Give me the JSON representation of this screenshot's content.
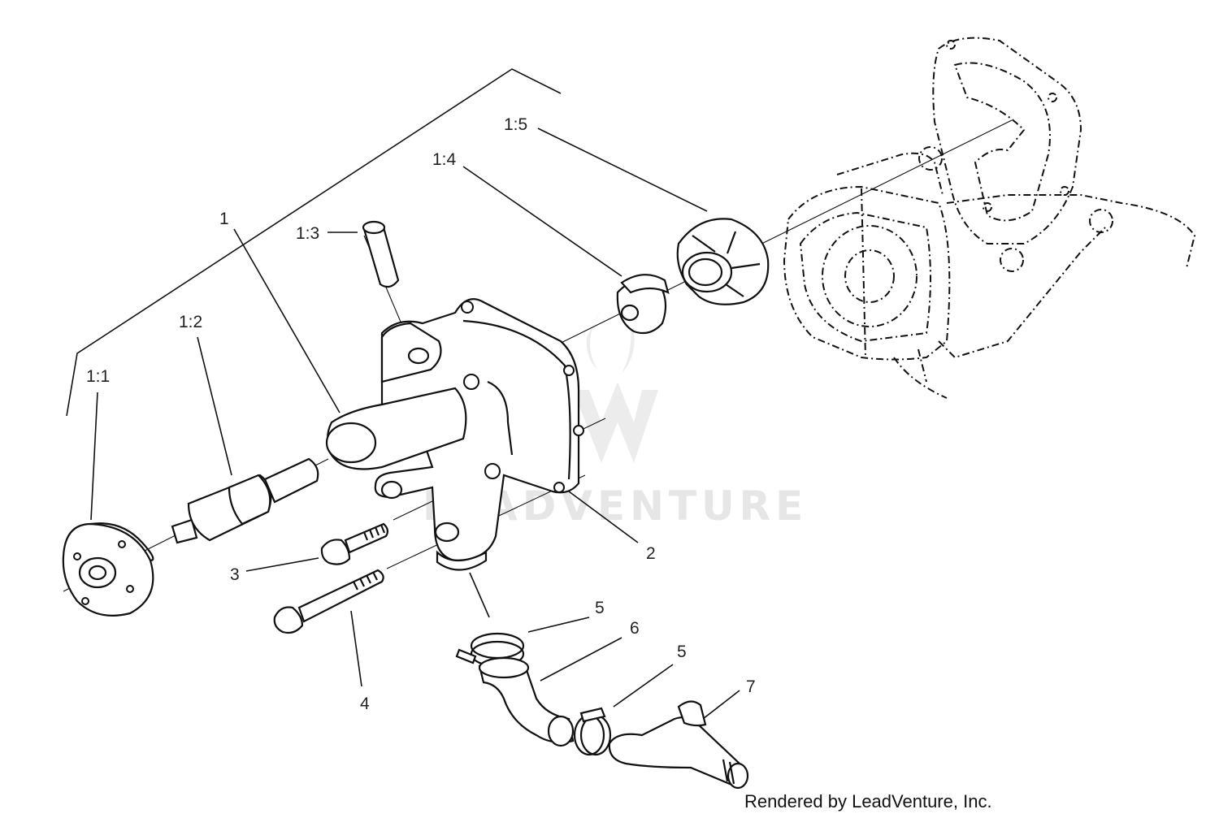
{
  "diagram": {
    "labels": {
      "part_1": "1",
      "part_1_1": "1:1",
      "part_1_2": "1:2",
      "part_1_3": "1:3",
      "part_1_4": "1:4",
      "part_1_5": "1:5",
      "part_2": "2",
      "part_3": "3",
      "part_4": "4",
      "part_5a": "5",
      "part_5b": "5",
      "part_6": "6",
      "part_7": "7"
    },
    "watermark": "LEADVENTURE",
    "credit": "Rendered by LeadVenture, Inc."
  },
  "colors": {
    "line": "#111111",
    "watermark": "#e6e6e6",
    "background": "#ffffff"
  }
}
